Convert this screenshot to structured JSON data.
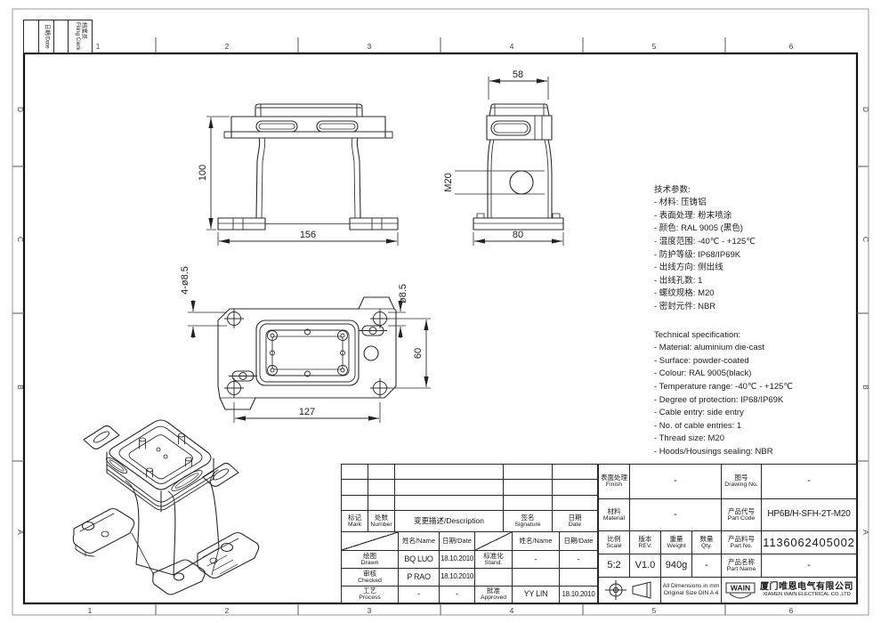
{
  "frame": {
    "top_numbers": [
      "1",
      "2",
      "3",
      "4",
      "5",
      "6"
    ],
    "bottom_numbers": [
      "1",
      "2",
      "3",
      "4",
      "5",
      "6"
    ],
    "left_letters": [
      "D",
      "C",
      "B",
      "A"
    ],
    "right_letters": [
      "D",
      "C",
      "B",
      "A"
    ],
    "filing": {
      "date_label": "日期/Date",
      "clerk_zh": "档案员",
      "clerk_en": "Filing Clerk"
    }
  },
  "views": {
    "front": {
      "height_dim": "100",
      "width_dim": "156"
    },
    "side": {
      "top_dim": "58",
      "bottom_dim": "80",
      "thread_callout": "M20"
    },
    "plan": {
      "corner_holes_dim": "4-ø8.5",
      "hole_dia_dim": "ø8.5",
      "vertical_dim": "60",
      "width_dim": "127"
    }
  },
  "specs_zh": {
    "title": "技术参数:",
    "lines": [
      "- 材料: 压铸铝",
      "- 表面处理: 粉末喷涂",
      "- 颜色: RAL 9005 (黑色)",
      "- 温度范围: -40℃ - +125℃",
      "- 防护等级: IP68/IP69K",
      "- 出线方向: 侧出线",
      "- 出线孔数: 1",
      "- 螺纹规格: M20",
      "- 密封元件: NBR"
    ]
  },
  "specs_en": {
    "title": "Technical specification:",
    "lines": [
      "- Material: aluminium die-cast",
      "- Surface: powder-coated",
      "- Colour: RAL 9005(black)",
      "- Temperature range: -40℃ - +125℃",
      "- Degree of protection: IP68/IP69K",
      "- Cable entry: side entry",
      "- No. of cable entries: 1",
      "- Thread size: M20",
      "- Hoods/Housings sealing: NBR"
    ]
  },
  "title_block": {
    "revision": {
      "mark_zh": "标记",
      "mark_en": "Mark",
      "number_zh": "处数",
      "number_en": "Number",
      "description": "变更描述/Description",
      "signature_zh": "签名",
      "signature_en": "Signature",
      "date_zh": "日期",
      "date_en": "Date"
    },
    "sign": {
      "name_header": "姓名/Name",
      "date_header": "日期/Date",
      "drawn_zh": "绘图",
      "drawn_en": "Drawn",
      "drawn_name": "BQ LUO",
      "drawn_date": "18.10.2010",
      "checked_zh": "审核",
      "checked_en": "Checked",
      "checked_name": "P RAO",
      "checked_date": "18.10.2010",
      "process_zh": "工艺",
      "process_en": "Process",
      "process_name": "-",
      "process_date": "-",
      "stand_zh": "标准化",
      "stand_en": "Stand.",
      "stand_name": "-",
      "stand_date": "-",
      "approved_zh": "批准",
      "approved_en": "Approved",
      "approved_name": "YY LIN",
      "approved_date": "18.10.2010"
    },
    "info": {
      "finish_zh": "表面处理",
      "finish_en": "Finish",
      "finish_value": "-",
      "material_zh": "材料",
      "material_en": "Material",
      "material_value": "-",
      "scale_zh": "比例",
      "scale_en": "Scale",
      "scale_value": "5:2",
      "rev_zh": "版本",
      "rev_en": "REV.",
      "rev_value": "V1.0",
      "weight_zh": "重量",
      "weight_en": "Weight",
      "weight_value": "940g",
      "qty_zh": "数量",
      "qty_en": "Qty.",
      "qty_value": "-",
      "drawing_no_zh": "图号",
      "drawing_no_en": "Drawing No.",
      "drawing_no_value": "-",
      "part_code_zh": "产品代号",
      "part_code_en": "Part Code",
      "part_code_value": "HP6B/H-SFH-2T-M20",
      "part_no_zh": "产品料号",
      "part_no_en": "Part No.",
      "part_no_value": "1136062405002",
      "part_name_zh": "产品名称",
      "part_name_en": "Part Name",
      "part_name_value": "-",
      "dims_note_1": "All Dimensions in mm",
      "dims_note_2": "Original Size DIN A 4",
      "logo": "WAIN",
      "company_zh": "厦门唯恩电气有限公司",
      "company_en": "XIAMEN WAIN ELECTRICAL CO.,LTD"
    }
  },
  "colors": {
    "line": "#2b2b2b",
    "frame_inner": "#111111",
    "frame_outer": "#9a9a9a"
  }
}
